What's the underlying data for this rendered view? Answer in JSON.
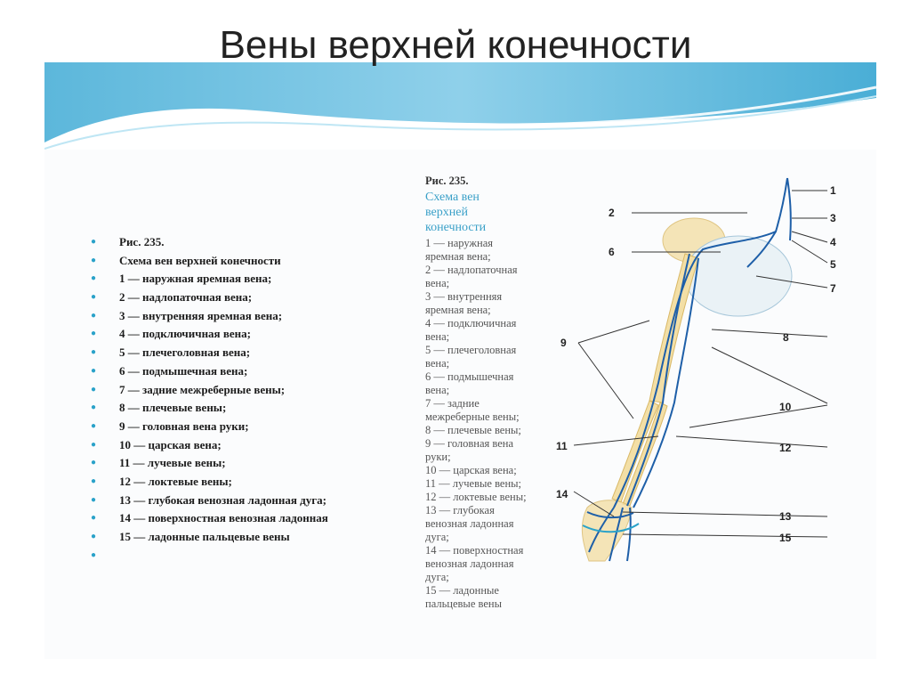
{
  "title": "Вены верхней конечности",
  "left_list": [
    "Рис. 235.",
    "Схема вен верхней конечности",
    "1 — наружная яремная вена;",
    "2 — надлопаточная вена;",
    "3 — внутренняя яремная вена;",
    "4 — подключичная вена;",
    "5 — плечеголовная вена;",
    "6 — подмышечная вена;",
    "7 — задние межреберные вены;",
    "8 — плечевые вены;",
    "9 — головная вена руки;",
    "10 — царская вена;",
    "11 — лучевые вены;",
    "12 — локтевые вены;",
    "13 — глубокая венозная ладонная дуга;",
    "14 — поверхностная венозная ладонная",
    "15 — ладонные пальцевые вены",
    ""
  ],
  "caption": {
    "figure": "Рис. 235.",
    "title_lines": [
      "Схема вен",
      "верхней",
      "конечности"
    ],
    "items": [
      "1 — наружная",
      "яремная вена;",
      "2 — надлопаточная",
      "вена;",
      "3 — внутренняя",
      "яремная вена;",
      "4 — подключичная",
      "вена;",
      "5 — плечеголовная",
      "вена;",
      "6 — подмышечная",
      "вена;",
      "7 — задние",
      "межреберные вены;",
      "8 — плечевые вены;",
      "9 — головная вена",
      "руки;",
      "10 — царская вена;",
      "11 — лучевые вены;",
      "12 — локтевые вены;",
      "13 — глубокая",
      "венозная ладонная",
      "дуга;",
      "14 — поверхностная",
      "венозная ладонная",
      "дуга;",
      "15 — ладонные",
      "пальцевые вены"
    ]
  },
  "diagram_labels": [
    "1",
    "2",
    "3",
    "4",
    "5",
    "6",
    "7",
    "8",
    "9",
    "10",
    "11",
    "12",
    "13",
    "14",
    "15"
  ],
  "colors": {
    "title": "#222222",
    "bullet": "#2aa2c9",
    "wave": "#5ab4d8",
    "vein": "#1e5fa8",
    "bone": "#e8c87a"
  }
}
